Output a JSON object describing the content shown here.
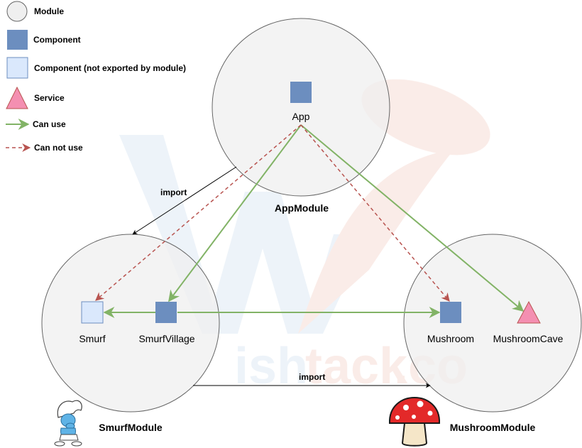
{
  "legend": {
    "module": "Module",
    "component": "Component",
    "component_not_exported": "Component (not exported by module)",
    "service": "Service",
    "can_use": "Can use",
    "can_not_use": "Can not use"
  },
  "modules": {
    "app": "AppModule",
    "smurf": "SmurfModule",
    "mushroom": "MushroomModule"
  },
  "nodes": {
    "app": "App",
    "smurf": "Smurf",
    "smurf_village": "SmurfVillage",
    "mushroom": "Mushroom",
    "mushroom_cave": "MushroomCave"
  },
  "edges": {
    "import_left": "import",
    "import_bottom": "import"
  },
  "watermark": {
    "text_a": "ish",
    "text_b": "tack",
    "text_c": ".co"
  },
  "colors": {
    "module_fill": "#efefef",
    "module_stroke": "#666666",
    "component": "#6c8ebf",
    "component_not_exported": "#dae8fc",
    "service": "#f48fb1",
    "can_use": "#82b366",
    "can_not_use": "#b85450"
  }
}
